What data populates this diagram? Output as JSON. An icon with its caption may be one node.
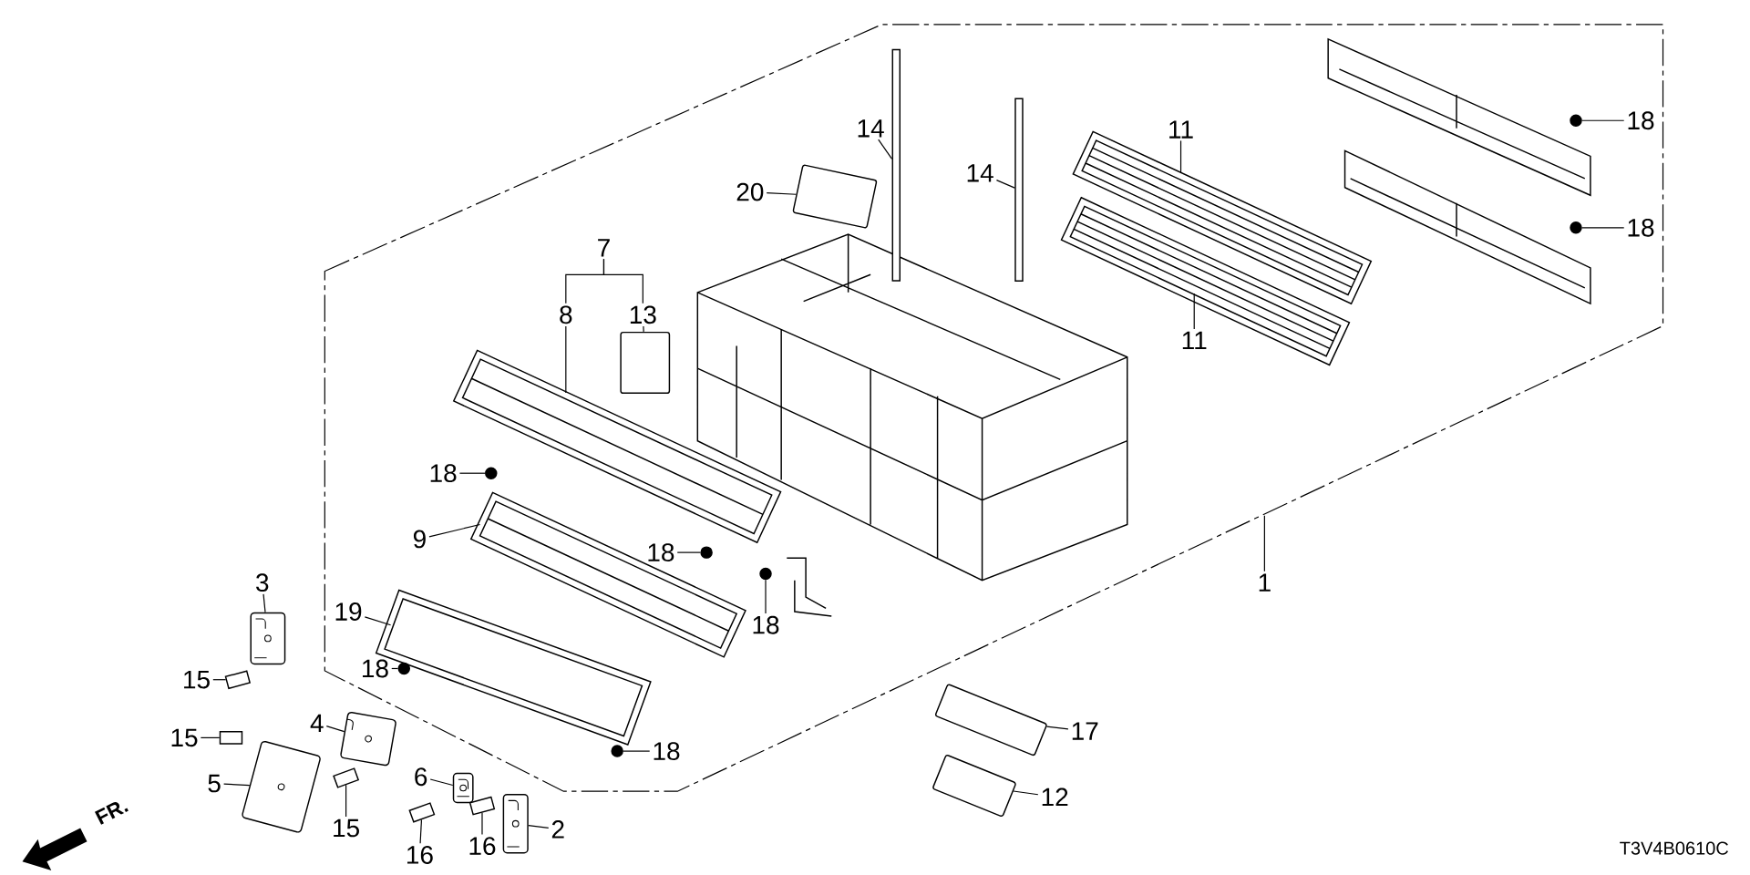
{
  "diagram": {
    "nodes": [
      {
        "text": [
          "14"
        ]
      },
      {
        "text": [],
        "shape": "bar"
      },
      {
        "text": [
          "14"
        ]
      },
      {
        "text": [],
        "shape": "bar"
      },
      {
        "text": [
          "20"
        ]
      },
      {
        "text": [],
        "shape": "box"
      },
      {
        "text": [
          "18"
        ]
      },
      {
        "text": [],
        "shape": "circle"
      },
      {
        "text": [
          "11"
        ]
      },
      {
        "text": [
          "11"
        ]
      },
      {
        "text": [
          "18"
        ]
      },
      {
        "text": [],
        "shape": "circle"
      },
      {
        "text": [
          "7"
        ]
      },
      {
        "text": [
          "8"
        ]
      },
      {
        "text": [
          "13"
        ]
      },
      {
        "text": [],
        "shape": "box"
      },
      {
        "text": [
          "18"
        ]
      },
      {
        "text": [],
        "shape": "circle"
      },
      {
        "text": [
          "9"
        ]
      },
      {
        "text": [
          "18"
        ]
      },
      {
        "text": [],
        "shape": "circle"
      },
      {
        "text": [
          "18"
        ]
      },
      {
        "text": [],
        "shape": "circle"
      },
      {
        "text": [
          "1"
        ]
      },
      {
        "text": [
          "3"
        ]
      },
      {
        "text": [],
        "shape": "picture"
      },
      {
        "text": [
          "19"
        ]
      },
      {
        "text": [
          "15"
        ]
      },
      {
        "text": [],
        "shape": "bolt"
      },
      {
        "text": [
          "18"
        ]
      },
      {
        "text": [],
        "shape": "circle"
      },
      {
        "text": [
          "4"
        ]
      },
      {
        "text": [],
        "shape": "picture"
      },
      {
        "text": [
          "15"
        ]
      },
      {
        "text": [],
        "shape": "bolt"
      },
      {
        "text": [
          "5"
        ]
      },
      {
        "text": [],
        "shape": "picture"
      },
      {
        "text": [
          "18"
        ]
      },
      {
        "text": [],
        "shape": "circle"
      },
      {
        "text": [
          "17"
        ]
      },
      {
        "text": [],
        "shape": "box"
      },
      {
        "text": [
          "6"
        ]
      },
      {
        "text": [],
        "shape": "picture"
      },
      {
        "text": [
          "12"
        ]
      },
      {
        "text": [],
        "shape": "box"
      },
      {
        "text": [
          "15"
        ]
      },
      {
        "text": [],
        "shape": "bolt"
      },
      {
        "text": [
          "2"
        ]
      },
      {
        "text": [],
        "shape": "picture"
      },
      {
        "text": [
          "16"
        ]
      },
      {
        "text": [],
        "shape": "bolt"
      },
      {
        "text": [
          "16"
        ]
      },
      {
        "text": [],
        "shape": "bolt"
      }
    ],
    "edges": [
      {
        "from": 0,
        "to": 1,
        "arrow": "none"
      },
      {
        "from": 2,
        "to": 3,
        "arrow": "none"
      },
      {
        "from": 4,
        "to": 5,
        "arrow": "none"
      },
      {
        "from": 6,
        "to": 7,
        "arrow": "none"
      },
      {
        "from": 8,
        "to": null,
        "arrow": "none"
      },
      {
        "from": 9,
        "to": null,
        "arrow": "none"
      },
      {
        "from": 10,
        "to": 11,
        "arrow": "none"
      },
      {
        "from": 12,
        "to": 13,
        "arrow": "none"
      },
      {
        "from": 12,
        "to": 14,
        "arrow": "none"
      },
      {
        "from": 13,
        "to": null,
        "arrow": "none"
      },
      {
        "from": 14,
        "to": 15,
        "arrow": "none"
      },
      {
        "from": 16,
        "to": 17,
        "arrow": "none"
      },
      {
        "from": 18,
        "to": null,
        "arrow": "none"
      },
      {
        "from": 19,
        "to": 20,
        "arrow": "none"
      },
      {
        "from": 21,
        "to": 22,
        "arrow": "none"
      },
      {
        "from": 23,
        "to": null,
        "arrow": "none"
      },
      {
        "from": 24,
        "to": 25,
        "arrow": "none"
      },
      {
        "from": 26,
        "to": null,
        "arrow": "none"
      },
      {
        "from": 27,
        "to": 28,
        "arrow": "none"
      },
      {
        "from": 29,
        "to": 30,
        "arrow": "none"
      },
      {
        "from": 31,
        "to": 32,
        "arrow": "none"
      },
      {
        "from": 33,
        "to": 34,
        "arrow": "none"
      },
      {
        "from": 35,
        "to": 36,
        "arrow": "none"
      },
      {
        "from": 37,
        "to": 38,
        "arrow": "none"
      },
      {
        "from": 39,
        "to": 40,
        "arrow": "none"
      },
      {
        "from": 41,
        "to": 42,
        "arrow": "none"
      },
      {
        "from": 43,
        "to": 44,
        "arrow": "none"
      },
      {
        "from": 45,
        "to": 46,
        "arrow": "none"
      },
      {
        "from": 47,
        "to": 48,
        "arrow": "none"
      },
      {
        "from": 49,
        "to": 50,
        "arrow": "none"
      },
      {
        "from": 51,
        "to": 52,
        "arrow": "none"
      }
    ],
    "labels": [
      "FR.",
      "T3V4B0610C"
    ]
  }
}
